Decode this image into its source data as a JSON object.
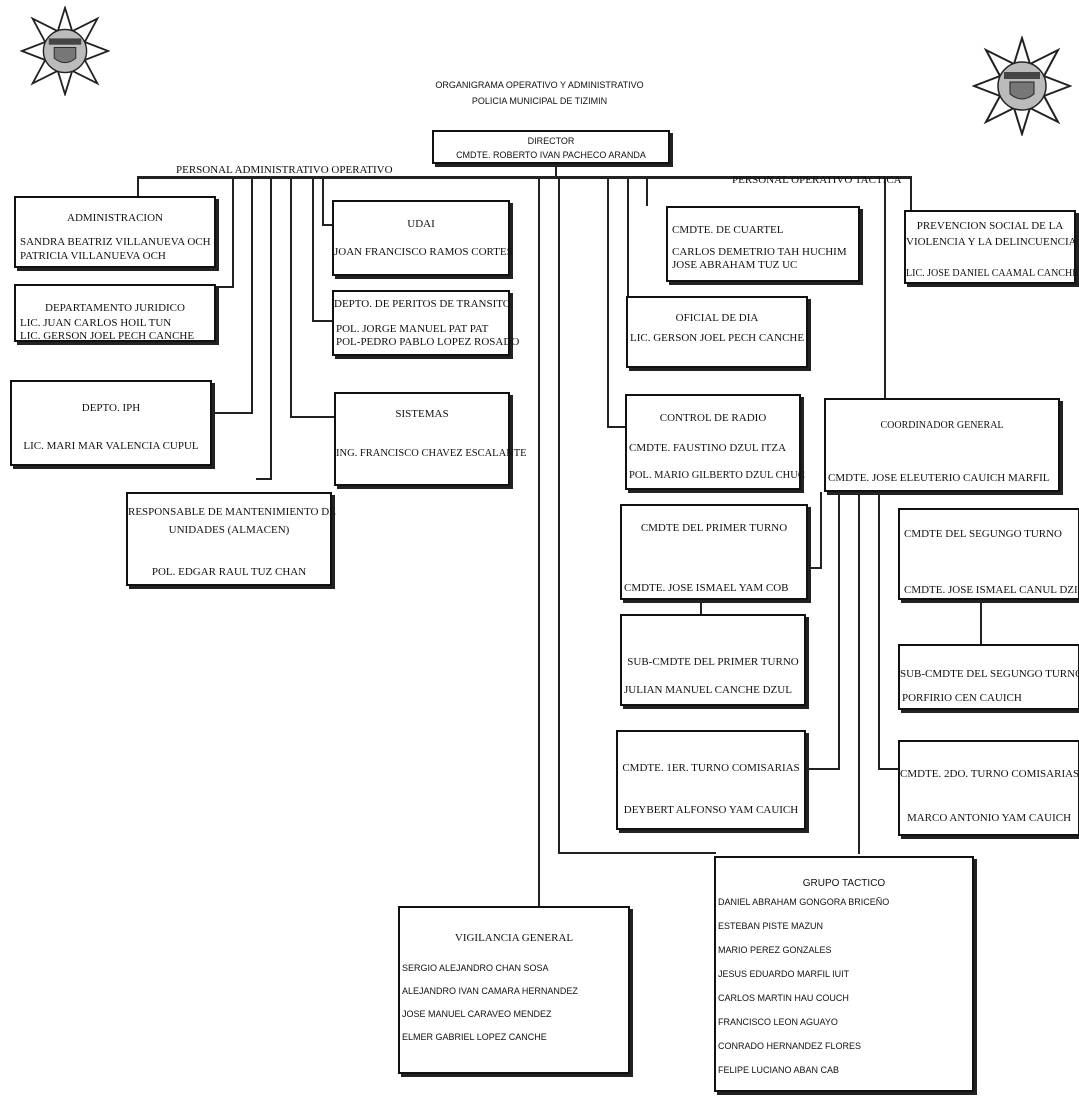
{
  "header": {
    "title": "ORGANIGRAMA OPERATIVO Y ADMINISTRATIVO",
    "subtitle": "POLICIA MUNICIPAL DE TIZIMIN"
  },
  "director": {
    "title": "DIRECTOR",
    "name": "CMDTE. ROBERTO IVAN PACHECO ARANDA"
  },
  "sections": {
    "left": "PERSONAL ADMINISTRATIVO OPERATIVO",
    "right": "PERSONAL OPERATIVO TACTICA"
  },
  "admin": {
    "title": "ADMINISTRACION",
    "p1": "SANDRA BEATRIZ VILLANUEVA OCH",
    "p2": "PATRICIA VILLANUEVA OCH"
  },
  "juridico": {
    "title": "DEPARTAMENTO JURIDICO",
    "p1": "LIC. JUAN CARLOS HOIL TUN",
    "p2": "LIC. GERSON JOEL PECH CANCHE"
  },
  "iph": {
    "title": "DEPTO. IPH",
    "p1": "LIC. MARI MAR VALENCIA CUPUL"
  },
  "mantenimiento": {
    "title1": "RESPONSABLE DE MANTENIMIENTO DE",
    "title2": "UNIDADES (ALMACEN)",
    "p1": "POL. EDGAR RAUL TUZ CHAN"
  },
  "udai": {
    "title": "UDAI",
    "p1": "JOAN FRANCISCO RAMOS CORTES"
  },
  "peritos": {
    "title": "DEPTO. DE PERITOS DE TRANSITO",
    "p1": "POL. JORGE MANUEL PAT PAT",
    "p2": "POL-PEDRO PABLO LOPEZ ROSADO"
  },
  "sistemas": {
    "title": "SISTEMAS",
    "p1": "ING. FRANCISCO CHAVEZ ESCALANTE"
  },
  "cuartel": {
    "title": "CMDTE. DE CUARTEL",
    "p1": "CARLOS DEMETRIO TAH HUCHIM",
    "p2": "JOSE ABRAHAM TUZ UC"
  },
  "prevencion": {
    "title1": "PREVENCION SOCIAL DE LA",
    "title2": "VIOLENCIA Y LA DELINCUENCIA",
    "p1": "LIC. JOSE DANIEL CAAMAL CANCHE"
  },
  "oficial": {
    "title": "OFICIAL DE DIA",
    "p1": "LIC. GERSON JOEL PECH CANCHE"
  },
  "radio": {
    "title": "CONTROL DE RADIO",
    "p1": "CMDTE. FAUSTINO DZUL ITZA",
    "p2": "POL. MARIO GILBERTO DZUL CHUC"
  },
  "coordinador": {
    "title": "COORDINADOR GENERAL",
    "p1": "CMDTE. JOSE ELEUTERIO CAUICH MARFIL"
  },
  "primer": {
    "title": "CMDTE DEL PRIMER TURNO",
    "p1": "CMDTE. JOSE ISMAEL YAM COB"
  },
  "segundo": {
    "title": "CMDTE DEL SEGUNGO TURNO",
    "p1": "CMDTE. JOSE ISMAEL CANUL DZIB"
  },
  "subprimer": {
    "title": "SUB-CMDTE DEL PRIMER TURNO",
    "p1": "JULIAN MANUEL CANCHE DZUL"
  },
  "subsegundo": {
    "title": "SUB-CMDTE DEL SEGUNGO TURNO",
    "p1": "PORFIRIO CEN CAUICH"
  },
  "comis1": {
    "title": "CMDTE. 1ER. TURNO COMISARIAS",
    "p1": "DEYBERT ALFONSO YAM CAUICH"
  },
  "comis2": {
    "title": "CMDTE. 2DO. TURNO COMISARIAS",
    "p1": "MARCO ANTONIO YAM CAUICH"
  },
  "tactico": {
    "title": "GRUPO TACTICO",
    "members": [
      "DANIEL ABRAHAM GONGORA BRICEÑO",
      "ESTEBAN PISTE MAZUN",
      "MARIO PEREZ GONZALES",
      "JESUS EDUARDO MARFIL IUIT",
      "CARLOS MARTIN HAU COUCH",
      "FRANCISCO LEON AGUAYO",
      "CONRADO HERNANDEZ FLORES",
      "FELIPE LUCIANO ABAN CAB"
    ]
  },
  "vigilancia": {
    "title": "VIGILANCIA GENERAL",
    "members": [
      "SERGIO ALEJANDRO CHAN SOSA",
      "ALEJANDRO IVAN CAMARA HERNANDEZ",
      "JOSE MANUEL CARAVEO MENDEZ",
      "ELMER GABRIEL LOPEZ CANCHE"
    ]
  },
  "badges": {
    "left": "police-star-badge-icon",
    "right": "police-star-badge-icon"
  }
}
